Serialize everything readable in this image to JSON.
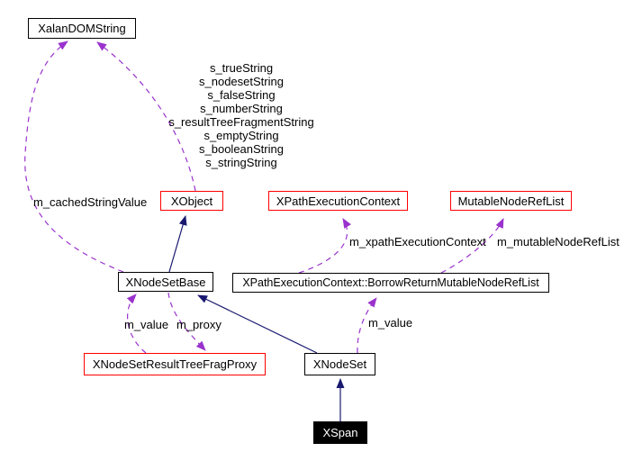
{
  "diagram": {
    "type": "class-collaboration-diagram",
    "focus_class": "XSpan",
    "colors": {
      "background": "#ffffff",
      "inheritance_edge": "#191970",
      "usage_edge": "#9a32cd",
      "node_border": "#000000",
      "truncated_node_border": "#ff0000",
      "focus_node_fill": "#000000",
      "focus_node_text": "#ffffff"
    },
    "nodes": {
      "xalan_dom_string": "XalanDOMString",
      "x_object": "XObject",
      "xpath_execution_context": "XPathExecutionContext",
      "mutable_node_ref_list": "MutableNodeRefList",
      "x_node_set_base": "XNodeSetBase",
      "borrow_return": "XPathExecutionContext::BorrowReturnMutableNodeRefList",
      "x_node_set_result_tree_frag_proxy": "XNodeSetResultTreeFragProxy",
      "x_node_set": "XNodeSet",
      "x_span": "XSpan"
    },
    "edge_labels": {
      "m_cached_string_value": "m_cachedStringValue",
      "static_strings": [
        "s_trueString",
        "s_nodesetString",
        "s_falseString",
        "s_numberString",
        "s_resultTreeFragmentString",
        "s_emptyString",
        "s_booleanString",
        "s_stringString"
      ],
      "m_value_left": "m_value",
      "m_proxy": "m_proxy",
      "m_value_right": "m_value",
      "m_xpath_execution_context": "m_xpathExecutionContext",
      "m_mutable_node_ref_list": "m_mutableNodeRefList"
    }
  }
}
